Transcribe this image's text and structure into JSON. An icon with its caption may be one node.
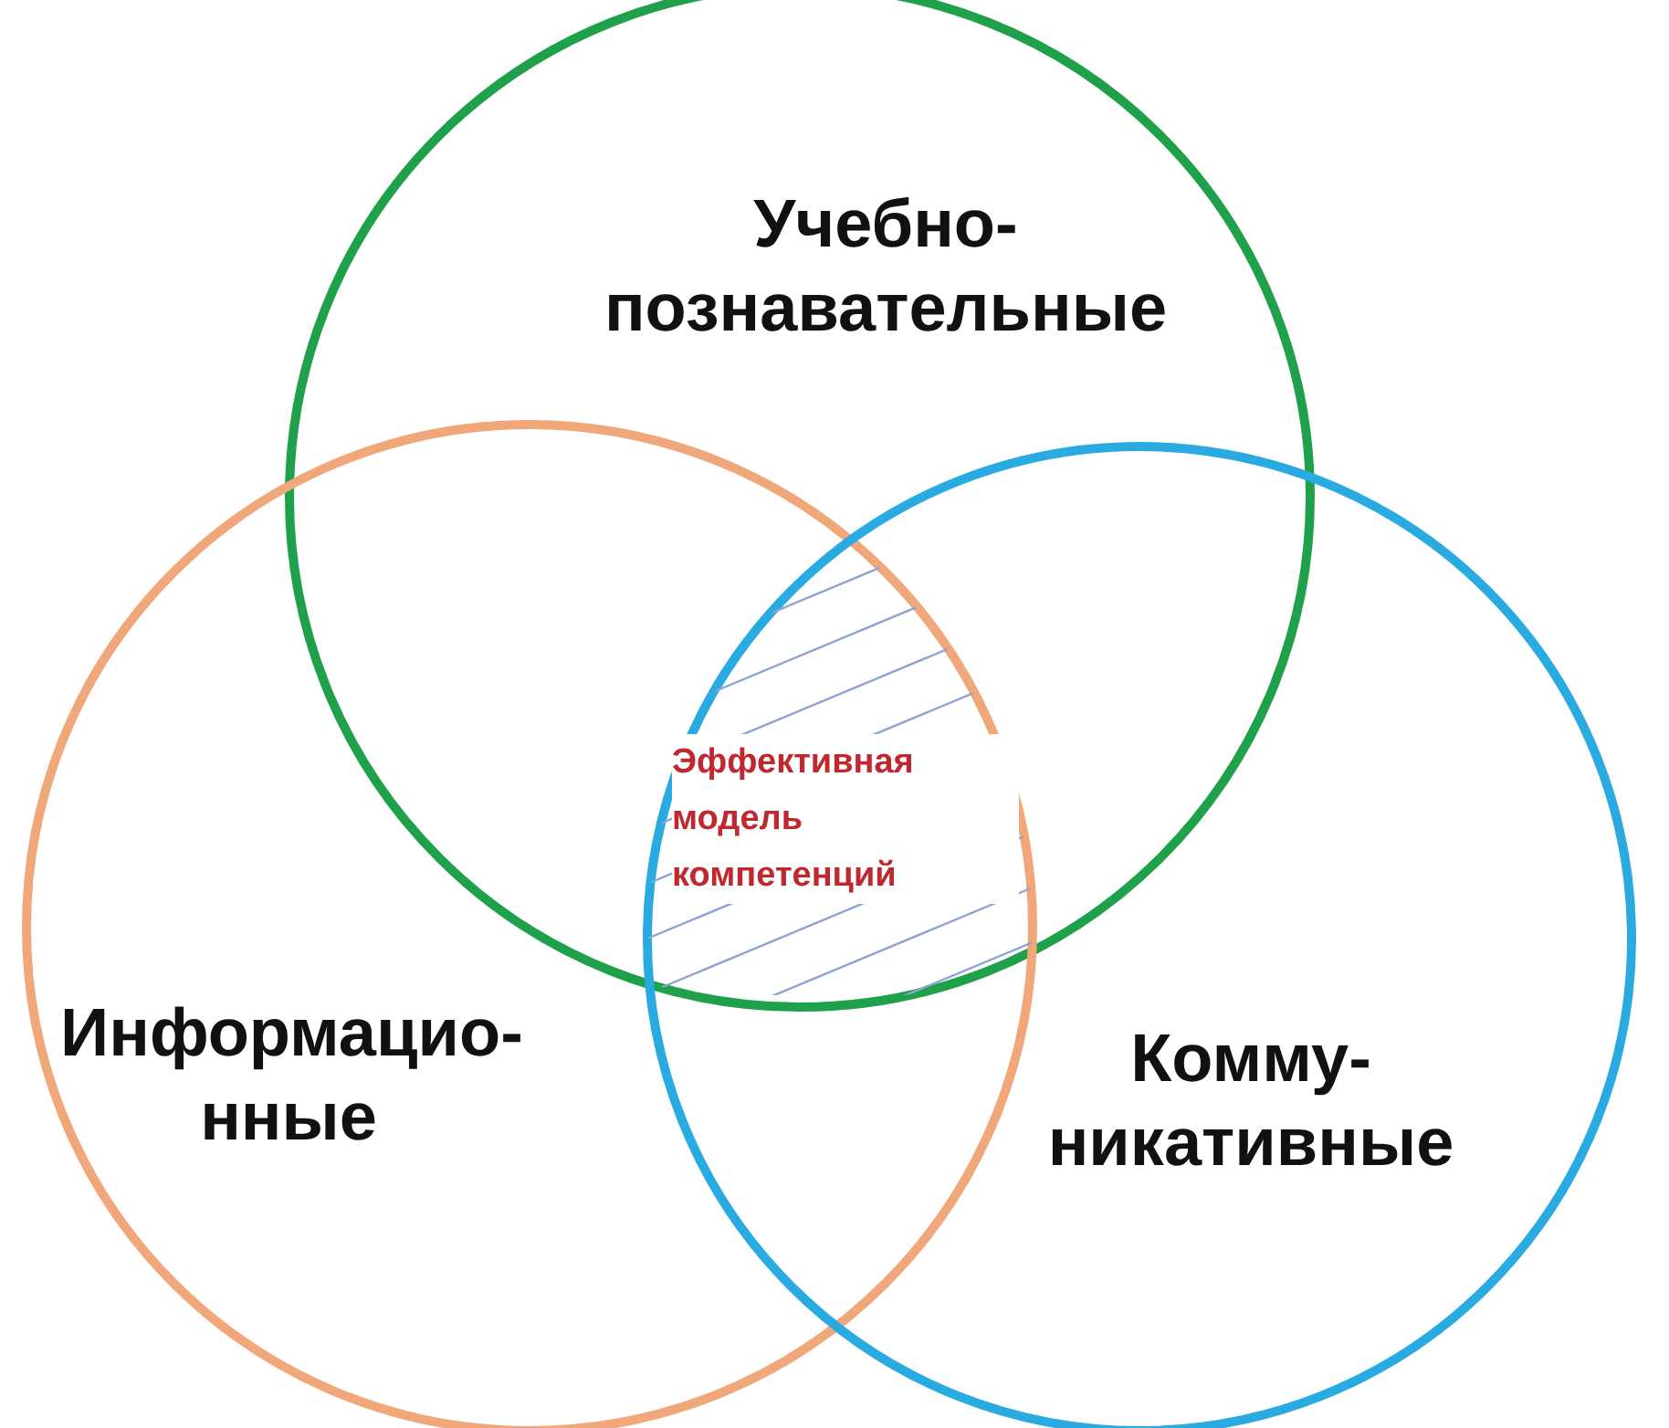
{
  "diagram": {
    "nodes": [
      {
        "text": [
          "Учебно- познавательные"
        ]
      },
      {
        "text": [
          "Информацио- нные"
        ]
      },
      {
        "text": [
          "Комму- никативные"
        ]
      },
      {
        "text": [
          "Эффективная модель компетенций"
        ]
      }
    ]
  }
}
